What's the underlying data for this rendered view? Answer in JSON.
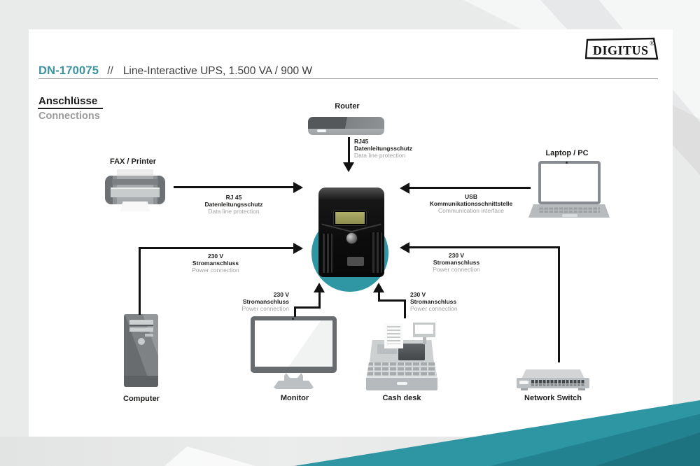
{
  "brand": {
    "logo_text": "DIGITUS",
    "registered_mark": "®"
  },
  "header": {
    "model": "DN-170075",
    "separator": "//",
    "product_title": "Line-Interactive UPS, 1.500 VA / 900 W"
  },
  "section": {
    "heading_de": "Anschlüsse",
    "heading_en": "Connections"
  },
  "diagram": {
    "nodes": [
      {
        "id": "router",
        "label": "Router"
      },
      {
        "id": "fax-printer",
        "label": "FAX / Printer"
      },
      {
        "id": "laptop-pc",
        "label": "Laptop / PC"
      },
      {
        "id": "computer",
        "label": "Computer"
      },
      {
        "id": "monitor",
        "label": "Monitor"
      },
      {
        "id": "cash-desk",
        "label": "Cash desk"
      },
      {
        "id": "network-switch",
        "label": "Network Switch"
      }
    ],
    "connections": [
      {
        "from": "router",
        "port": "RJ45",
        "label_de": "Datenleitungsschutz",
        "label_en": "Data line protection"
      },
      {
        "from": "fax-printer",
        "port": "RJ 45",
        "label_de": "Datenleitungsschutz",
        "label_en": "Data line protection"
      },
      {
        "from": "laptop-pc",
        "port": "USB",
        "label_de": "Kommunikationsschnittstelle",
        "label_en": "Communication interface"
      },
      {
        "from": "computer",
        "port": "230 V",
        "label_de": "Stromanschluss",
        "label_en": "Power connection"
      },
      {
        "from": "network-switch",
        "port": "230 V",
        "label_de": "Stromanschluss",
        "label_en": "Power connection"
      },
      {
        "from": "monitor",
        "port": "230 V",
        "label_de": "Stromanschluss",
        "label_en": "Power connection"
      },
      {
        "from": "cash-desk",
        "port": "230 V",
        "label_de": "Stromanschluss",
        "label_en": "Power connection"
      }
    ]
  },
  "icons": [
    "digitus-logo",
    "router-icon",
    "fax-printer-icon",
    "laptop-icon",
    "ups-icon",
    "computer-icon",
    "monitor-icon",
    "cash-desk-icon",
    "network-switch-icon"
  ],
  "colors": {
    "accent_teal": "#2f97a4",
    "wedge_teal": "#2e96a3",
    "wedge_teal_dark": "#23828f",
    "title_teal": "#3a939f",
    "text_dark": "#1d1d1b",
    "text_gray": "#a2a2a2",
    "arrow_black": "#121212",
    "page_bg": "#ffffff",
    "canvas_bg": "#e9eaea"
  }
}
